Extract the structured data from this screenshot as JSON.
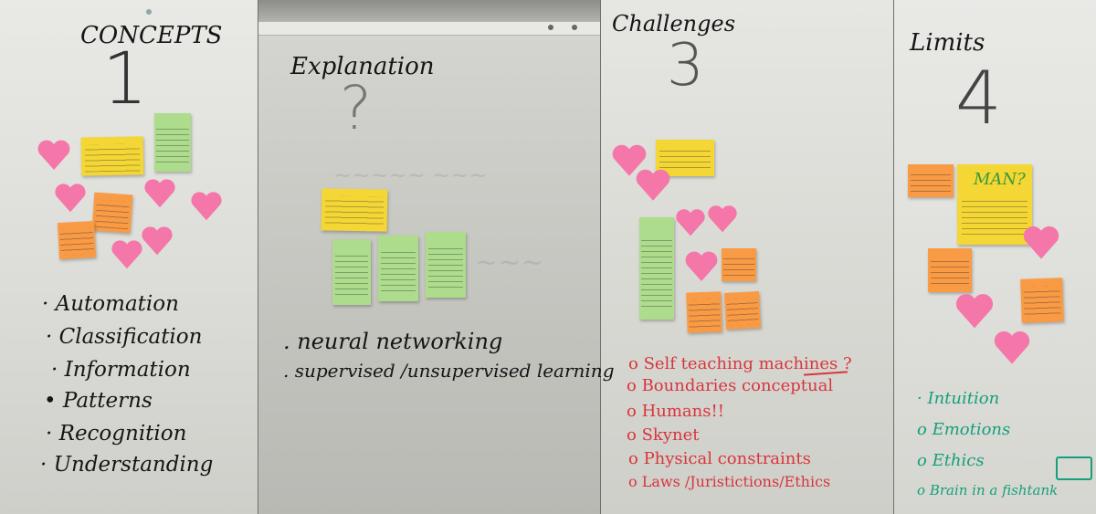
{
  "boards": [
    {
      "title": "CONCEPTS",
      "number": "1",
      "items": [
        "Automation",
        "Classification",
        "Information",
        "Patterns",
        "Recognition",
        "Understanding"
      ]
    },
    {
      "title": "Explanation",
      "number": "?",
      "items": [
        "neural networking",
        "supervised /unsupervised learning"
      ]
    },
    {
      "title": "Challenges",
      "number": "3",
      "items": [
        "Self teaching machines ?",
        "Boundaries conceptual",
        "Humans!!",
        "Skynet",
        "Physical constraints",
        "Laws /Juristictions/Ethics"
      ]
    },
    {
      "title": "Limits",
      "number": "4",
      "note_text": "MAN?",
      "items": [
        "Intuition",
        "Emotions",
        "Ethics",
        "Brain in a fishtank"
      ]
    }
  ],
  "colors": {
    "yellow_note": "#f4d634",
    "green_note": "#acdc8c",
    "orange_note": "#f99a45",
    "pink_note": "#f576a8",
    "marker_black": "#151515",
    "marker_red": "#d8353b",
    "marker_green": "#15a07c"
  }
}
